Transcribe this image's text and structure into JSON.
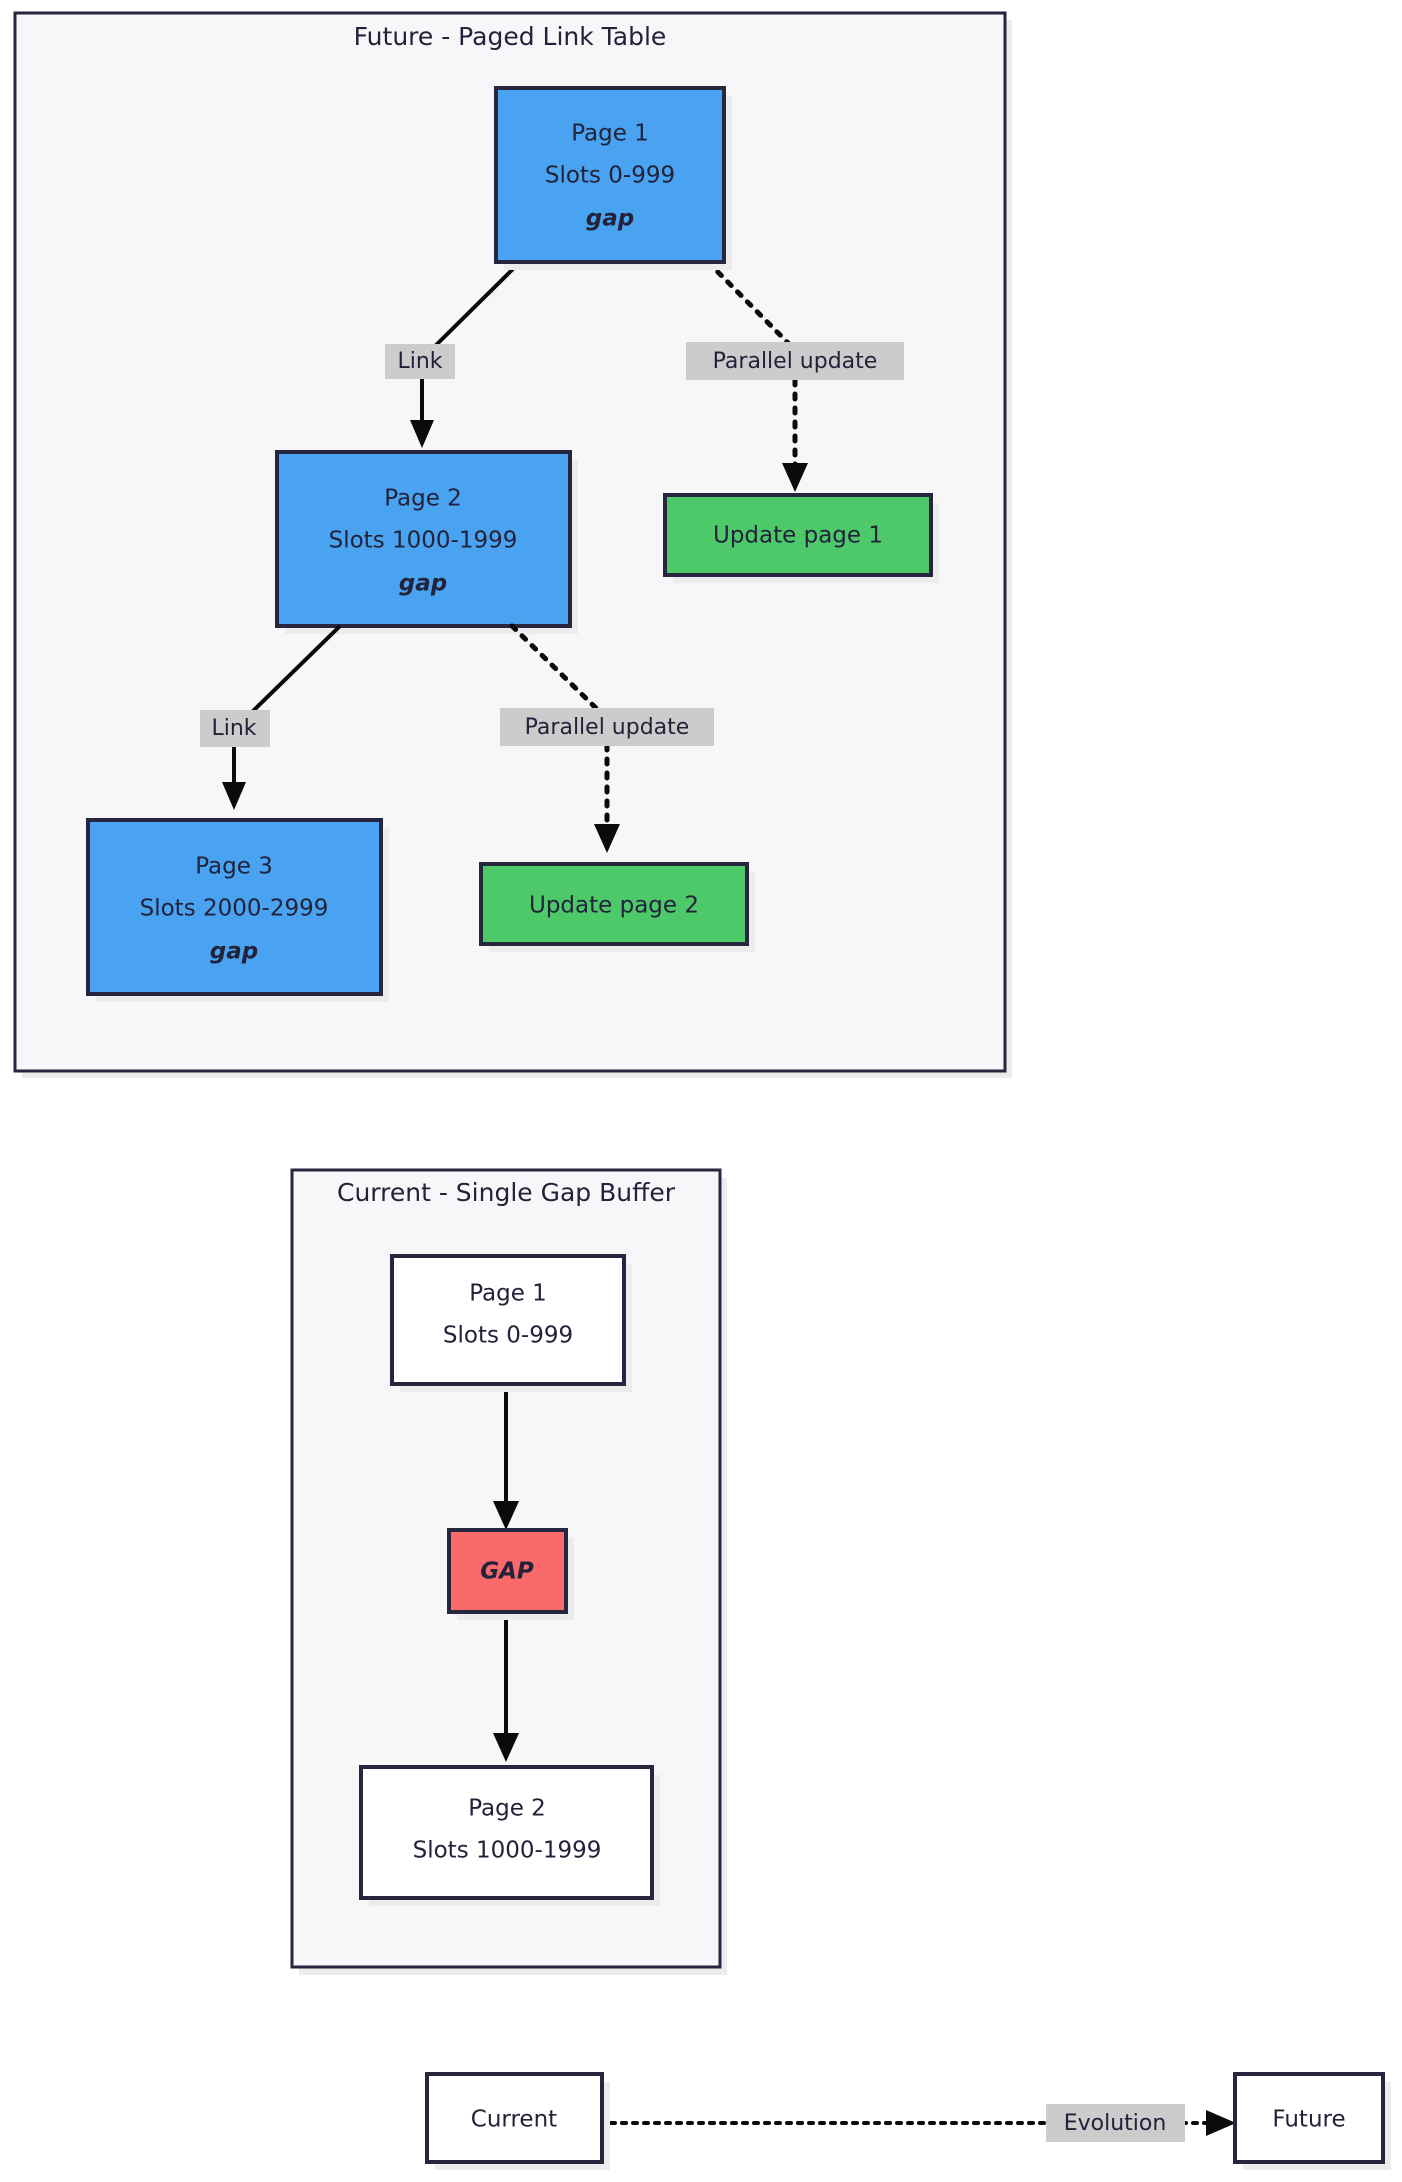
{
  "diagram": {
    "type": "flowchart",
    "clusters": [
      {
        "id": "future",
        "title": "Future - Paged Link Table",
        "nodes": [
          {
            "id": "f_page1",
            "lines": [
              "Page 1",
              "Slots 0-999",
              "gap"
            ],
            "emphasis_line": "gap",
            "color": "#4aa3f0",
            "shape": "rect"
          },
          {
            "id": "f_page2",
            "lines": [
              "Page 2",
              "Slots 1000-1999",
              "gap"
            ],
            "emphasis_line": "gap",
            "color": "#4aa3f0",
            "shape": "rect"
          },
          {
            "id": "f_page3",
            "lines": [
              "Page 3",
              "Slots 2000-2999",
              "gap"
            ],
            "emphasis_line": "gap",
            "color": "#4aa3f0",
            "shape": "rect"
          },
          {
            "id": "f_upd1",
            "lines": [
              "Update page 1"
            ],
            "color": "#4ec96a",
            "shape": "rect"
          },
          {
            "id": "f_upd2",
            "lines": [
              "Update page 2"
            ],
            "color": "#4ec96a",
            "shape": "rect"
          }
        ],
        "edges": [
          {
            "from": "f_page1",
            "to": "f_page2",
            "label": "Link",
            "style": "solid"
          },
          {
            "from": "f_page1",
            "to": "f_upd1",
            "label": "Parallel update",
            "style": "dotted"
          },
          {
            "from": "f_page2",
            "to": "f_page3",
            "label": "Link",
            "style": "solid"
          },
          {
            "from": "f_page2",
            "to": "f_upd2",
            "label": "Parallel update",
            "style": "dotted"
          }
        ]
      },
      {
        "id": "current",
        "title": "Current - Single Gap Buffer",
        "nodes": [
          {
            "id": "c_page1",
            "lines": [
              "Page 1",
              "Slots 0-999"
            ],
            "color": "#ffffff",
            "shape": "rect"
          },
          {
            "id": "c_gap",
            "lines": [
              "GAP"
            ],
            "emphasis_line": "GAP",
            "color": "#fb6a6a",
            "shape": "rect"
          },
          {
            "id": "c_page2",
            "lines": [
              "Page 2",
              "Slots 1000-1999"
            ],
            "color": "#ffffff",
            "shape": "rect"
          }
        ],
        "edges": [
          {
            "from": "c_page1",
            "to": "c_gap",
            "label": "",
            "style": "solid"
          },
          {
            "from": "c_gap",
            "to": "c_page2",
            "label": "",
            "style": "solid"
          }
        ]
      }
    ],
    "footer": {
      "nodes": [
        {
          "id": "b_current",
          "label": "Current",
          "color": "#ffffff"
        },
        {
          "id": "b_future",
          "label": "Future",
          "color": "#ffffff"
        }
      ],
      "edges": [
        {
          "from": "b_current",
          "to": "b_future",
          "label": "Evolution",
          "style": "dotted"
        }
      ]
    },
    "palette": {
      "border": "#26263f",
      "cluster_fill": "#f7f7f9",
      "cluster_border": "#26263f",
      "node_blue": "#4aa3f0",
      "node_green": "#4ec96a",
      "node_red": "#fb6a6a",
      "node_white": "#ffffff",
      "edge": "#0b0b0b",
      "edge_label_bg": "#cccccc",
      "text": "#22223a",
      "shadow": "#ececec"
    }
  }
}
